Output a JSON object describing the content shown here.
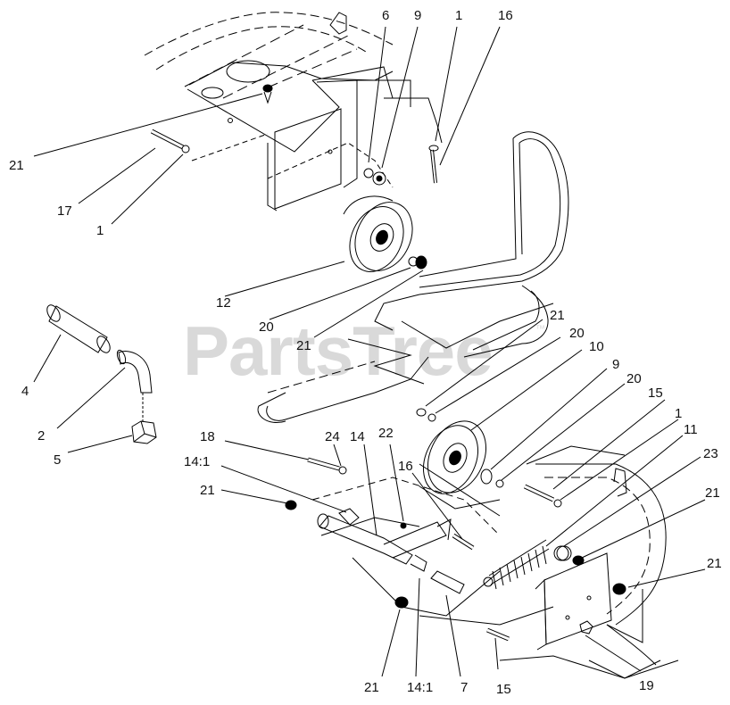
{
  "watermark": {
    "text": "PartsTree",
    "trademark": "™",
    "color": "#d9d9d9"
  },
  "colors": {
    "line": "#000000",
    "label": "#111111",
    "background": "#ffffff"
  },
  "callouts": [
    {
      "id": "c-6",
      "label": "6"
    },
    {
      "id": "c-9a",
      "label": "9"
    },
    {
      "id": "c-1a",
      "label": "1"
    },
    {
      "id": "c-16a",
      "label": "16"
    },
    {
      "id": "c-21a",
      "label": "21"
    },
    {
      "id": "c-17",
      "label": "17"
    },
    {
      "id": "c-1b",
      "label": "1"
    },
    {
      "id": "c-12",
      "label": "12"
    },
    {
      "id": "c-20a",
      "label": "20"
    },
    {
      "id": "c-21b",
      "label": "21"
    },
    {
      "id": "c-4",
      "label": "4"
    },
    {
      "id": "c-2",
      "label": "2"
    },
    {
      "id": "c-5",
      "label": "5"
    },
    {
      "id": "c-21c",
      "label": "21"
    },
    {
      "id": "c-20b",
      "label": "20"
    },
    {
      "id": "c-10",
      "label": "10"
    },
    {
      "id": "c-9b",
      "label": "9"
    },
    {
      "id": "c-20c",
      "label": "20"
    },
    {
      "id": "c-15a",
      "label": "15"
    },
    {
      "id": "c-1c",
      "label": "1"
    },
    {
      "id": "c-11",
      "label": "11"
    },
    {
      "id": "c-23",
      "label": "23"
    },
    {
      "id": "c-21d",
      "label": "21"
    },
    {
      "id": "c-21e",
      "label": "21"
    },
    {
      "id": "c-18",
      "label": "18"
    },
    {
      "id": "c-24",
      "label": "24"
    },
    {
      "id": "c-14a",
      "label": "14"
    },
    {
      "id": "c-22",
      "label": "22"
    },
    {
      "id": "c-14-1a",
      "label": "14:1"
    },
    {
      "id": "c-21f",
      "label": "21"
    },
    {
      "id": "c-16b",
      "label": "16"
    },
    {
      "id": "c-21g",
      "label": "21"
    },
    {
      "id": "c-14-1b",
      "label": "14:1"
    },
    {
      "id": "c-7",
      "label": "7"
    },
    {
      "id": "c-15b",
      "label": "15"
    },
    {
      "id": "c-19",
      "label": "19"
    }
  ]
}
